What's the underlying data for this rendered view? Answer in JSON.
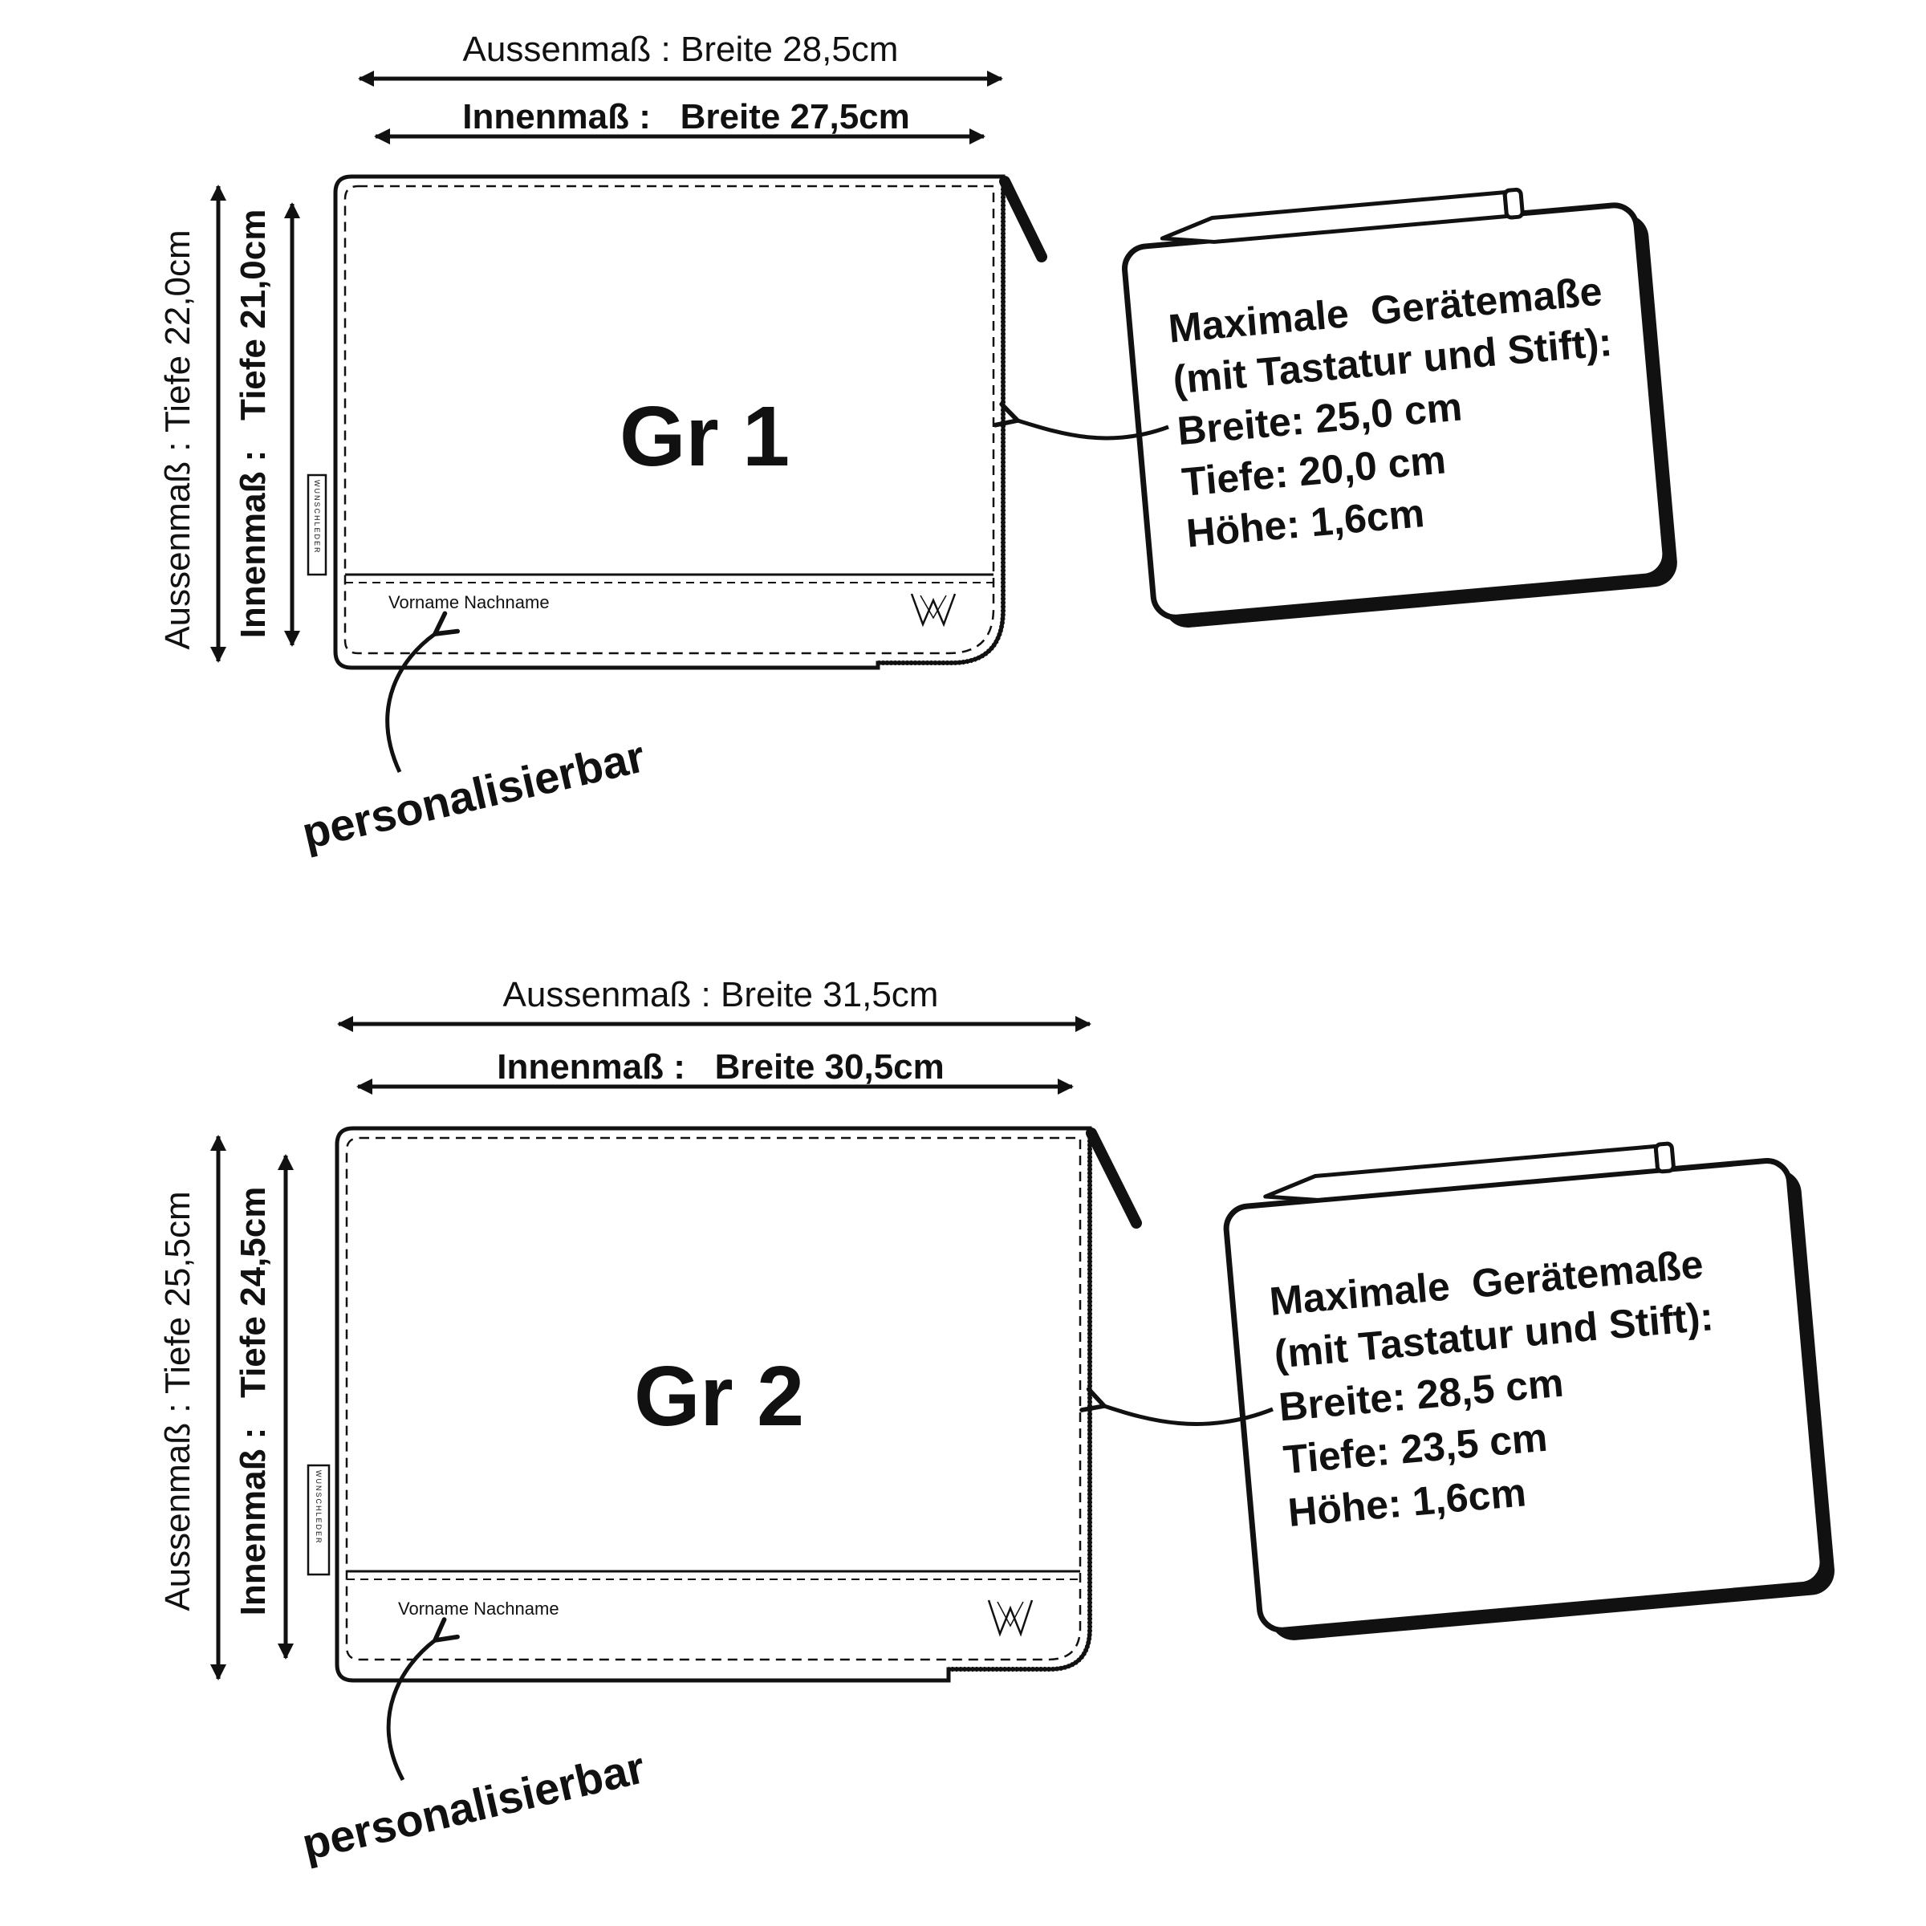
{
  "products": [
    {
      "size_label": "Gr 1",
      "outer_width": "Aussenmaß : Breite 28,5cm",
      "inner_width": "Innenmaß :   Breite 27,5cm",
      "outer_depth": "Aussenmaß : Tiefe 22,0cm",
      "inner_depth": "Innenmaß :   Tiefe 21,0cm",
      "name_placeholder": "Vorname Nachname",
      "personalize_label": "personalisierbar",
      "brand_tag": "WUNSCHLEDER",
      "device": {
        "title": "Maximale  Gerätemaße",
        "subtitle": "(mit Tastatur und Stift):",
        "width": "Breite: 25,0 cm",
        "depth": "Tiefe: 20,0 cm",
        "height": "Höhe: 1,6cm"
      }
    },
    {
      "size_label": "Gr 2",
      "outer_width": "Aussenmaß : Breite 31,5cm",
      "inner_width": "Innenmaß :   Breite 30,5cm",
      "outer_depth": "Aussenmaß : Tiefe 25,5cm",
      "inner_depth": "Innenmaß :   Tiefe 24,5cm",
      "name_placeholder": "Vorname Nachname",
      "personalize_label": "personalisierbar",
      "brand_tag": "WUNSCHLEDER",
      "device": {
        "title": "Maximale  Gerätemaße",
        "subtitle": "(mit Tastatur und Stift):",
        "width": "Breite: 28,5 cm",
        "depth": "Tiefe: 23,5 cm",
        "height": "Höhe: 1,6cm"
      }
    }
  ],
  "colors": {
    "ink": "#111111",
    "background": "#ffffff"
  },
  "icons": [
    "zipper-pull-icon",
    "wunschleder-logo-icon",
    "stylus-pen-icon",
    "curved-arrow-icon"
  ]
}
